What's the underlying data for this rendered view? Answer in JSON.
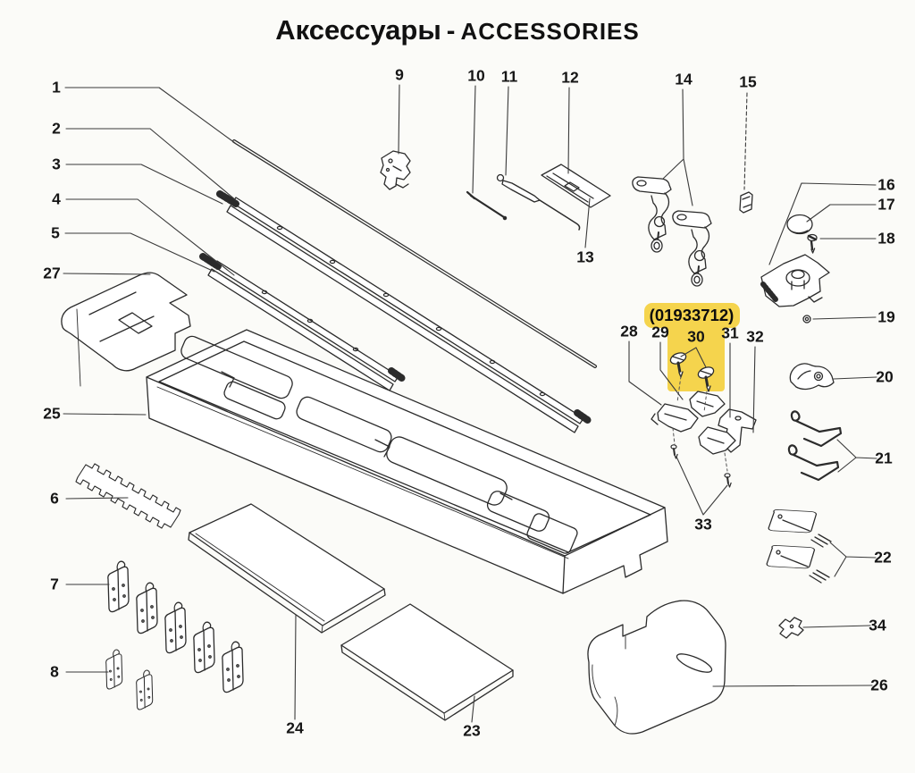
{
  "title": {
    "ru": "Аксессуары",
    "separator": "-",
    "en": "ACCESSORIES"
  },
  "highlight": {
    "part_number": "(01933712)",
    "color": "#F5D44D"
  },
  "callouts": {
    "c1": "1",
    "c2": "2",
    "c3": "3",
    "c4": "4",
    "c5": "5",
    "c6": "6",
    "c7": "7",
    "c8": "8",
    "c9": "9",
    "c10": "10",
    "c11": "11",
    "c12": "12",
    "c13": "13",
    "c14": "14",
    "c15": "15",
    "c16": "16",
    "c17": "17",
    "c18": "18",
    "c19": "19",
    "c20": "20",
    "c21": "21",
    "c22": "22",
    "c23": "23",
    "c24": "24",
    "c25": "25",
    "c26": "26",
    "c27": "27",
    "c28": "28",
    "c29": "29",
    "c30": "30",
    "c31": "31",
    "c32": "32",
    "c33": "33",
    "c34": "34"
  }
}
